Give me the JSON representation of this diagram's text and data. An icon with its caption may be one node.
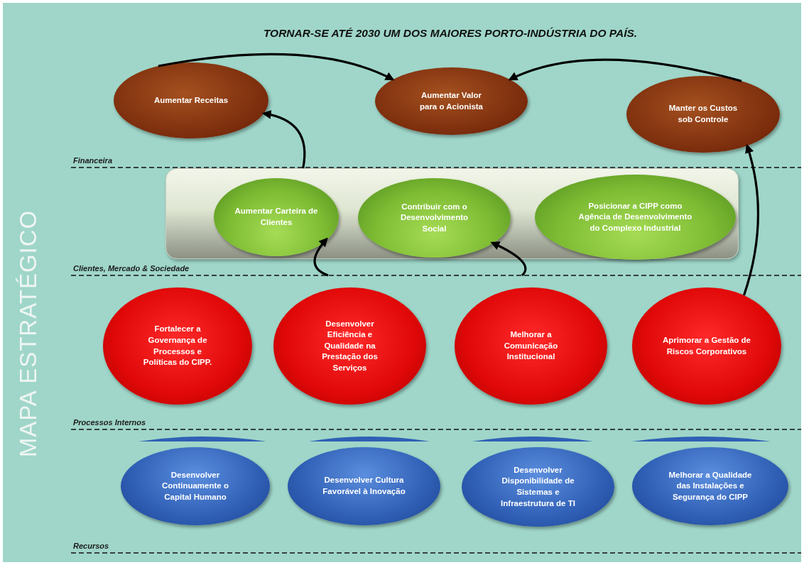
{
  "diagram": {
    "title": "TORNAR-SE ATÉ 2030 UM DOS MAIORES PORTO-INDÚSTRIA DO PAÍS.",
    "nodes": [
      {
        "text": [
          "Aumentar Receitas"
        ]
      },
      {
        "text": [
          "Aumentar Valor para o Acionista"
        ]
      },
      {
        "text": [
          "Manter os Custos sob Controle"
        ]
      },
      {
        "text": [],
        "shape": "box"
      },
      {
        "text": [
          "Aumentar Carteira de Clientes"
        ],
        "in": 3
      },
      {
        "text": [
          "Contribuir com o Desenvolvimento Social"
        ],
        "in": 3
      },
      {
        "text": [
          "Posicionar a CIPP como Agência de Desenvolvimento do Complexo Industrial"
        ],
        "in": 3
      },
      {
        "text": [
          "Fortalecer a Governança de Processos e Políticas do CIPP."
        ]
      },
      {
        "text": [
          "Desenvolver Eficiência e Qualidade na Prestação dos Serviços"
        ]
      },
      {
        "text": [
          "Melhorar a Comunicação Institucional"
        ]
      },
      {
        "text": [
          "Aprimorar a Gestão de Riscos Corporativos"
        ]
      },
      {
        "text": [
          "Desenvolver Continuamente o Capital Humano"
        ]
      },
      {
        "text": [
          "Desenvolver Cultura Favorável à Inovação"
        ]
      },
      {
        "text": [
          "Desenvolver Disponibilidade de Sistemas e Infraestrutura de TI"
        ]
      },
      {
        "text": [
          "Melhorar a Qualidade das Instalações e Segurança do CIPP"
        ]
      }
    ],
    "edges": [
      {
        "from": 0,
        "to": 1,
        "arrow": "to"
      },
      {
        "from": 2,
        "to": 1,
        "arrow": "to"
      },
      {
        "from": 3,
        "to": 0,
        "arrow": "to"
      },
      {
        "from": 10,
        "to": 2,
        "arrow": "to"
      },
      {
        "from": null,
        "to": 4,
        "arrow": "to"
      },
      {
        "from": null,
        "to": 5,
        "arrow": "to"
      }
    ],
    "labels": [
      "MAPA ESTRATÉGICO",
      "Financeira",
      "Clientes, Mercado & Sociedade",
      "Processos Internos",
      "Recursos"
    ]
  }
}
